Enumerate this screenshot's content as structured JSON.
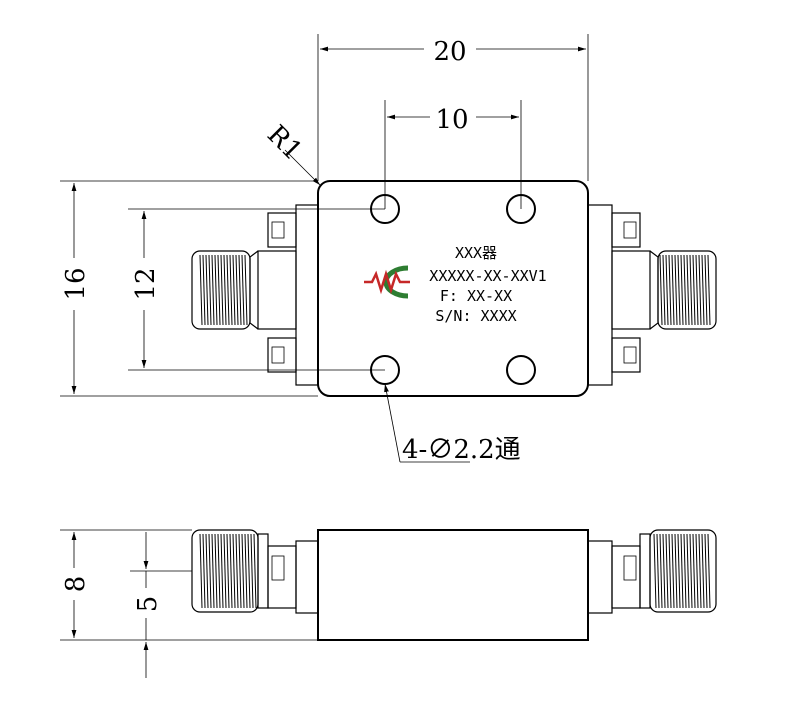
{
  "dimensions": {
    "width_total": "20",
    "hole_spacing_x": "10",
    "height_total": "16",
    "hole_spacing_y": "12",
    "corner_radius": "R1",
    "holes_note": "4-∅2.2通",
    "side_height": "8",
    "side_center": "5"
  },
  "label": {
    "name": "XXX器",
    "model": "XXXXX-XX-XXV1",
    "freq": "F: XX-XX",
    "serial": "S/N: XXXX"
  },
  "logo": {
    "ring_color": "#2e7d32",
    "wave_color": "#c62828"
  }
}
